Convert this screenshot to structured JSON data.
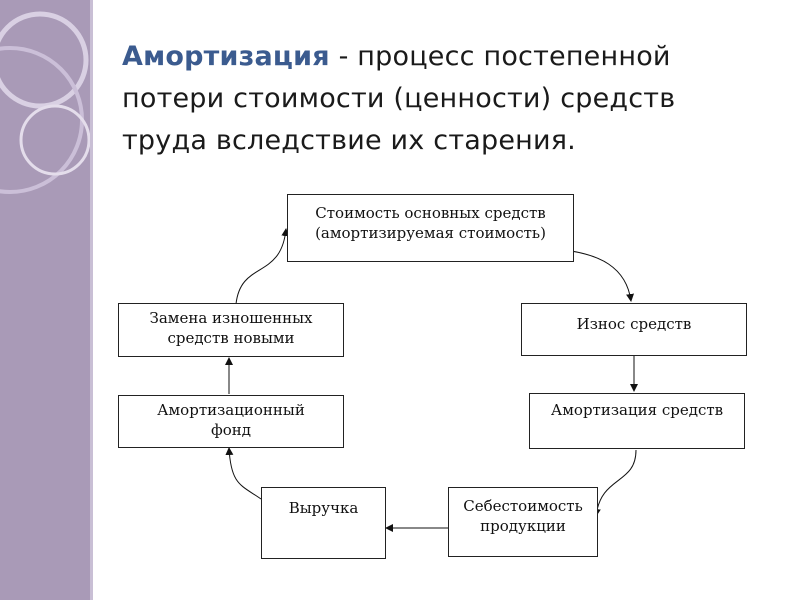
{
  "title": {
    "term": "Амортизация",
    "definition": " - процесс постепенной потери стоимости (ценности) средств труда вследствие их старения."
  },
  "diagram": {
    "nodes": {
      "asset_value": {
        "line1": "Стоимость основных средств",
        "line2": "(амортизируемая стоимость)"
      },
      "wear": {
        "line1": "Износ средств",
        "line2": ""
      },
      "depreciation": {
        "line1": "Амортизация средств",
        "line2": ""
      },
      "cost": {
        "line1": "Себестоимость",
        "line2": "продукции"
      },
      "revenue": {
        "line1": "Выручка",
        "line2": ""
      },
      "fund": {
        "line1": "Амортизационный",
        "line2": "фонд"
      },
      "replacement": {
        "line1": "Замена изношенных",
        "line2": "средств новыми"
      }
    }
  },
  "colors": {
    "sidebar": "#a99ab7",
    "term": "#3b5b8f",
    "text": "#1a1a1a"
  }
}
